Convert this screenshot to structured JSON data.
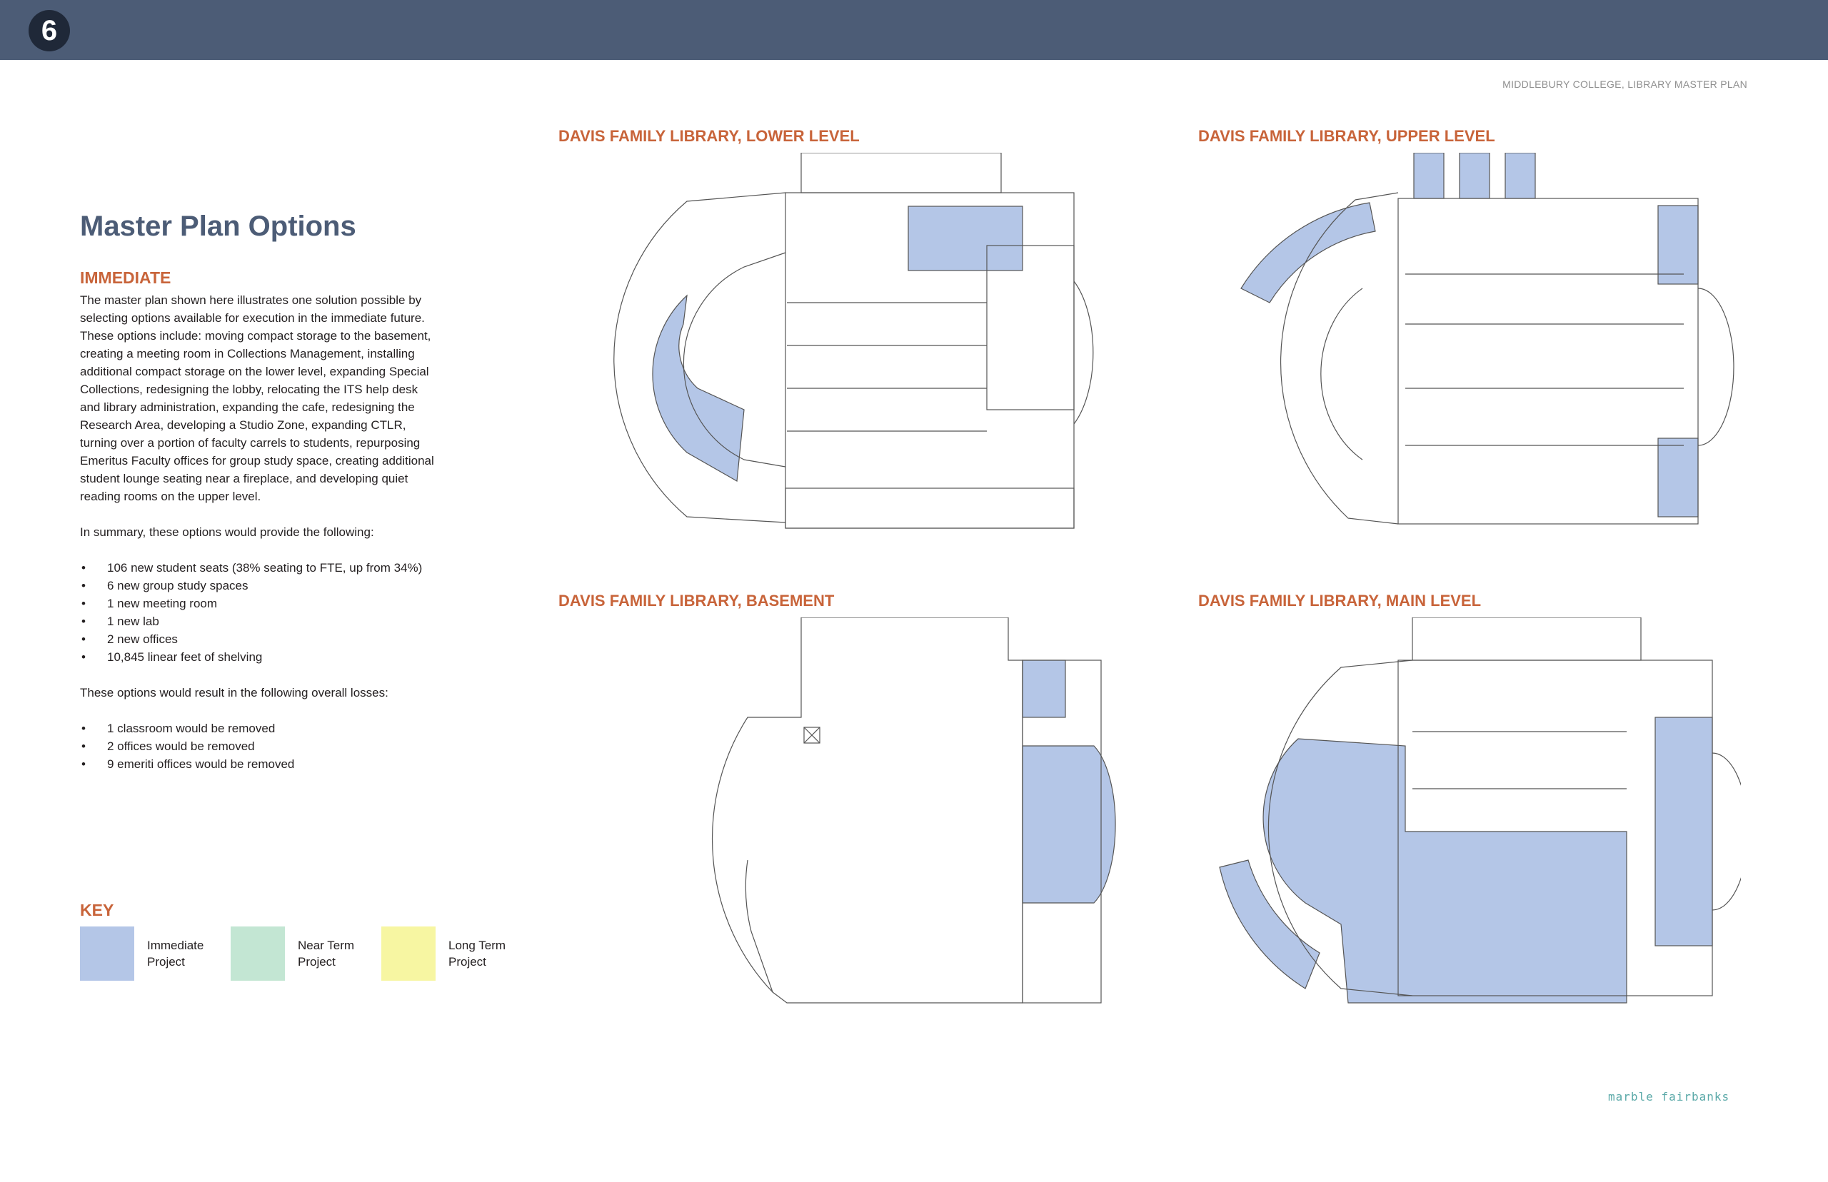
{
  "page": {
    "number": "6",
    "running_header": "MIDDLEBURY COLLEGE, LIBRARY MASTER PLAN"
  },
  "intro": {
    "title": "Master Plan Options",
    "section_heading": "IMMEDIATE",
    "paragraph": "The master plan shown here illustrates one solution possible by selecting options available for execution in the immediate future. These options include: moving compact storage to the basement, creating a meeting room in Collections Management, installing additional compact storage on the lower level, expanding Special Collections, redesigning the lobby, relocating the ITS help desk and library administration, expanding the cafe, redesigning the Research Area, developing a Studio Zone, expanding CTLR, turning over a portion of faculty carrels to students, repurposing Emeritus Faculty offices for group study space, creating additional student lounge seating near a fireplace, and developing quiet reading rooms on the upper level.",
    "summary_lead": "In summary, these options would provide the following:",
    "gains": [
      "106 new student seats (38% seating to FTE, up from 34%)",
      "6 new group study spaces",
      "1 new meeting room",
      "1 new lab",
      "2 new offices",
      "10,845 linear feet of shelving"
    ],
    "losses_lead": "These options would result in the following overall losses:",
    "losses": [
      "1 classroom would be removed",
      "2 offices would be removed",
      "9 emeriti offices would be removed"
    ]
  },
  "key": {
    "heading": "KEY",
    "items": [
      {
        "label_line1": "Immediate",
        "label_line2": "Project",
        "color": "#b4c6e7"
      },
      {
        "label_line1": "Near Term",
        "label_line2": "Project",
        "color": "#c3e6d3"
      },
      {
        "label_line1": "Long Term",
        "label_line2": "Project",
        "color": "#f7f6a2"
      }
    ]
  },
  "plans": {
    "lower_level": "DAVIS FAMILY LIBRARY, LOWER LEVEL",
    "upper_level": "DAVIS FAMILY LIBRARY, UPPER LEVEL",
    "basement": "DAVIS FAMILY LIBRARY, BASEMENT",
    "main_level": "DAVIS FAMILY LIBRARY, MAIN LEVEL"
  },
  "colors": {
    "header_bar": "#4c5c76",
    "accent_orange": "#c8643a",
    "immediate_fill": "#b4c6e7",
    "line": "#555555"
  },
  "footer": {
    "logo": "marble fairbanks"
  }
}
